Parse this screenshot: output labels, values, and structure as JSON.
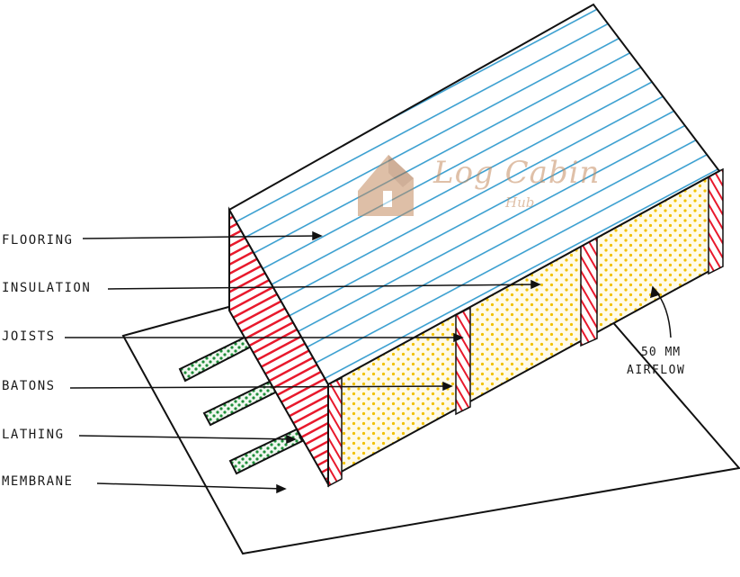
{
  "labels": {
    "flooring": "FLOORING",
    "insulation": "INSULATION",
    "joists": "JOISTS",
    "batons": "BATONS",
    "lathing": "LATHING",
    "membrane": "MEMBRANE"
  },
  "airflow": {
    "line1": "50 MM",
    "line2": "AIRFLOW"
  },
  "logo": {
    "name": "Log Cabin",
    "sub": "Hub"
  },
  "colors": {
    "flooring": "#3a9fd0",
    "joists": "#e8192c",
    "insulation_dots": "#f2c200",
    "lathing_dots": "#1f8f3a",
    "outline": "#111111"
  }
}
